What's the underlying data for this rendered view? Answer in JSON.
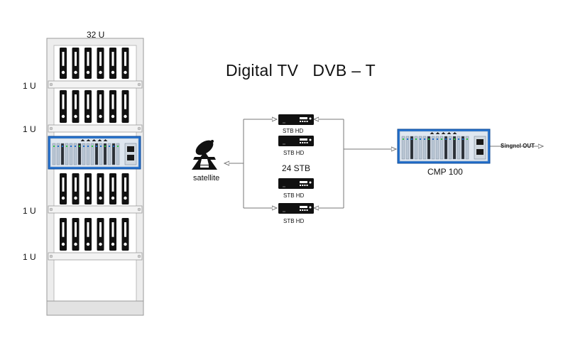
{
  "title": "Digital TV   DVB – T",
  "rack": {
    "top_label": "32 U",
    "u_labels": [
      "1 U",
      "1 U",
      "1 U",
      "1 U"
    ]
  },
  "satellite": {
    "label": "satellite",
    "icon": "satellite-dish-icon"
  },
  "stb": {
    "labels": [
      "STB HD",
      "STB HD",
      "STB HD",
      "STB HD"
    ],
    "count_label": "24 STB"
  },
  "cmp": {
    "label": "CMP 100"
  },
  "output": {
    "label": "Singnel OUT"
  },
  "colors": {
    "rack_frame": "#d4d4d4",
    "chassis_blue": "#1f6fd0",
    "module_black": "#111111",
    "line": "#777777"
  }
}
